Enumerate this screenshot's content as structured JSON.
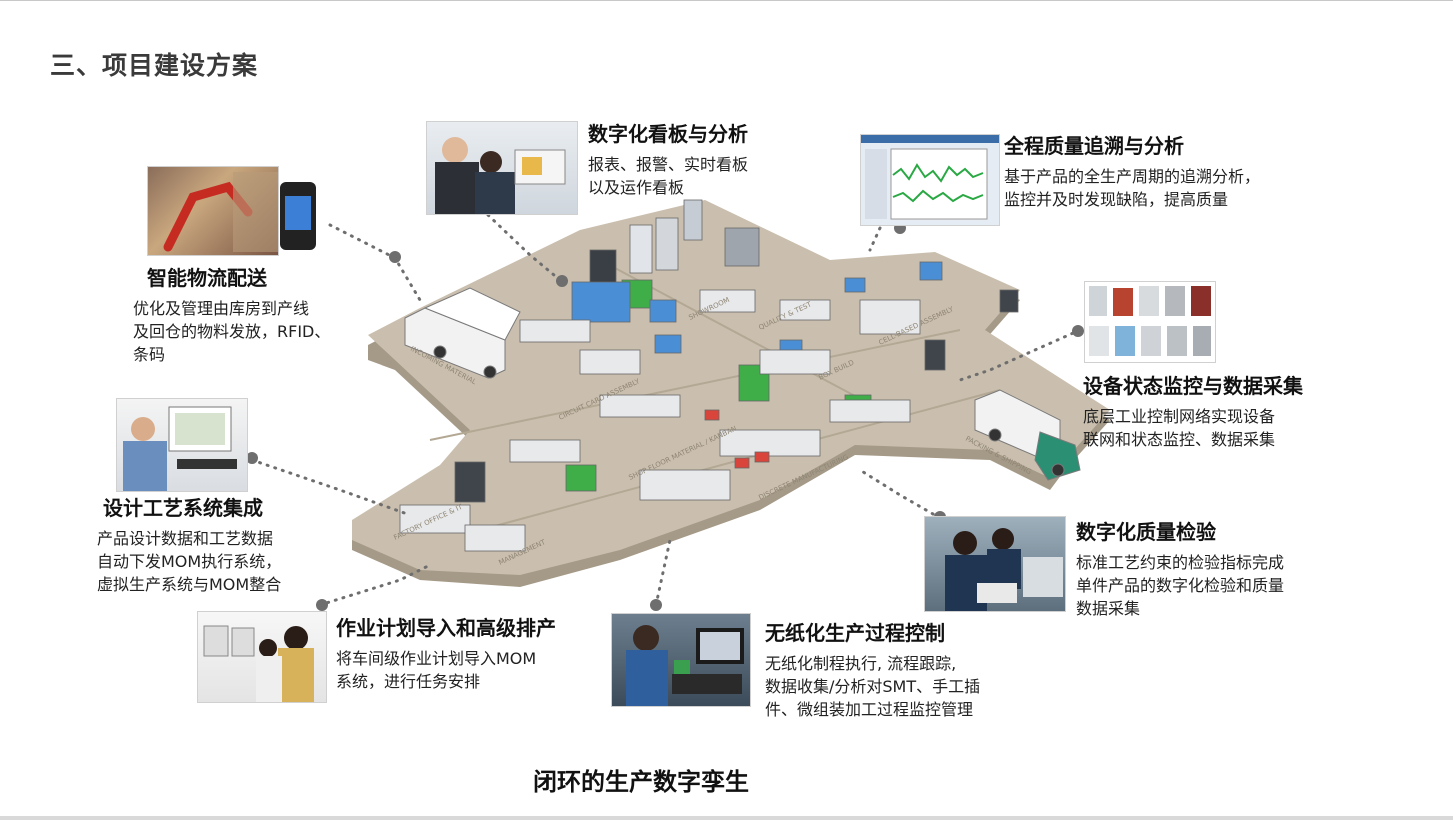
{
  "page_title": "三、项目建设方案",
  "caption": "闭环的生产数字孪生",
  "colors": {
    "floor": "#c9bfae",
    "floor_edge": "#a59a88",
    "dots": "#6e6e6e",
    "accent_blue": "#4a8ed6",
    "accent_green": "#3fae49"
  },
  "blocks": {
    "logistics": {
      "title": "智能物流配送",
      "lines": [
        "优化及管理由库房到产线",
        "及回仓的物料发放，RFID、",
        "条码"
      ],
      "icon": "robot-arm-photo"
    },
    "dashboard": {
      "title": "数字化看板与分析",
      "lines": [
        "报表、报警、实时看板",
        "以及运作看板"
      ],
      "icon": "office-meeting-photo"
    },
    "traceability": {
      "title": "全程质量追溯与分析",
      "lines": [
        "基于产品的全生产周期的追溯分析，",
        "监控并及时发现缺陷，提高质量"
      ],
      "icon": "chart-screenshot"
    },
    "equipment": {
      "title": "设备状态监控与数据采集",
      "lines": [
        "底层工业控制网络实现设备",
        "联网和状态监控、数据采集"
      ],
      "icon": "machines-grid-photo"
    },
    "design": {
      "title": "设计工艺系统集成",
      "lines": [
        "产品设计数据和工艺数据",
        "自动下发MOM执行系统，",
        "虚拟生产系统与MOM整合"
      ],
      "icon": "engineer-photo"
    },
    "scheduling": {
      "title": "作业计划导入和高级排产",
      "lines": [
        "将车间级作业计划导入MOM",
        "系统，进行任务安排"
      ],
      "icon": "workers-computers-photo"
    },
    "paperless": {
      "title": "无纸化生产过程控制",
      "lines": [
        "无纸化制程执行, 流程跟踪,",
        "数据收集/分析对SMT、手工插",
        "件、微组装加工过程监控管理"
      ],
      "icon": "microscope-photo"
    },
    "inspection": {
      "title": "数字化质量检验",
      "lines": [
        "标准工艺约束的检验指标完成",
        "单件产品的数字化检验和质量",
        "数据采集"
      ],
      "icon": "lab-workers-photo"
    }
  },
  "floor_labels": [
    "INCOMING MATERIAL",
    "CIRCUIT CARD ASSEMBLY",
    "SHOP FLOOR MATERIAL / KANBAN",
    "DISCRETE MANUFACTURING",
    "FACTORY OFFICE & IT",
    "MANAGEMENT",
    "BOX BUILD",
    "QUALITY & TEST",
    "CELL-BASED ASSEMBLY",
    "PACKING & SHIPPING",
    "SHOWROOM"
  ]
}
